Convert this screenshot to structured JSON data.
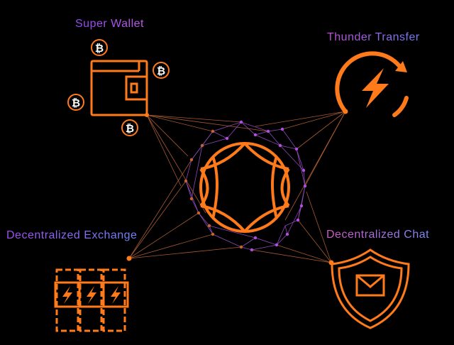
{
  "labels": {
    "super_wallet": "Super Wallet",
    "thunder_transfer": "Thunder Transfer",
    "decentralized_exchange": "Decentralized  Exchange",
    "decentralized_chat": "Decentralized Chat"
  },
  "colors": {
    "background": "#000000",
    "accent_orange": "#ff7a1a",
    "accent_purple": "#b04fe0"
  },
  "icons": [
    "wallet-icon",
    "bitcoin-icon",
    "thunder-icon",
    "exchange-icon",
    "shield-mail-icon",
    "network-globe-icon"
  ]
}
